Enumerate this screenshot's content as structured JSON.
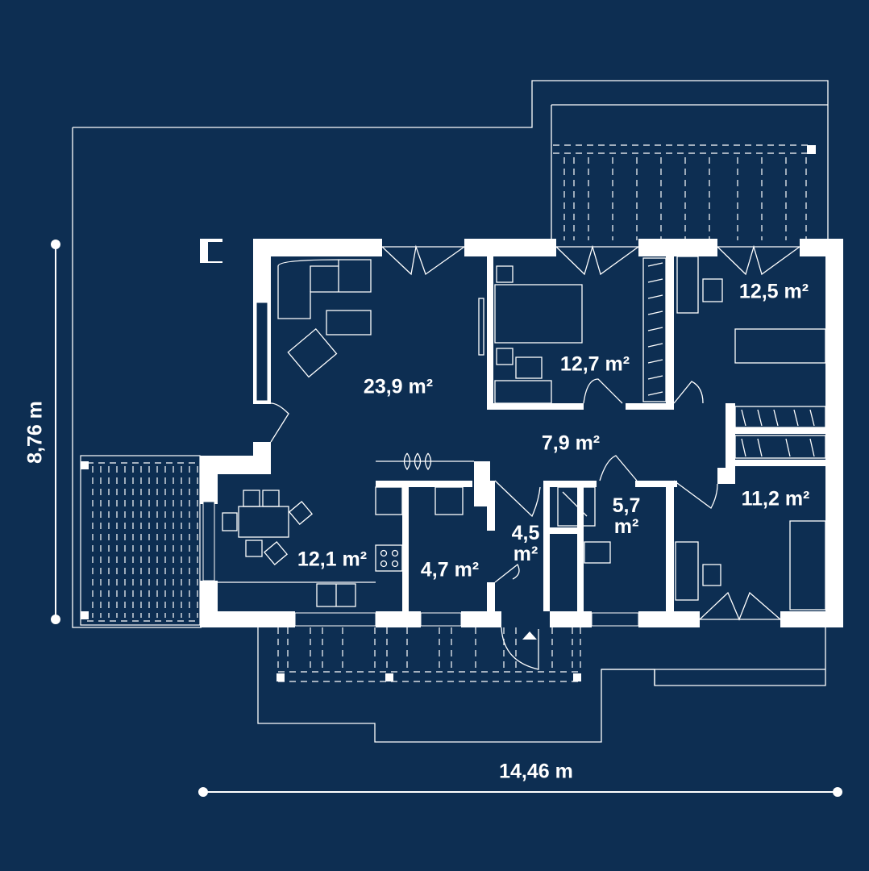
{
  "plan": {
    "background_color": "#0d2e52",
    "line_color": "#ffffff",
    "dimensions": {
      "width_label": "14,46 m",
      "depth_label": "8,76 m"
    },
    "rooms": [
      {
        "id": "living-room",
        "area": "23,9 m²"
      },
      {
        "id": "bedroom-1",
        "area": "12,7 m²"
      },
      {
        "id": "bedroom-2",
        "area": "12,5 m²"
      },
      {
        "id": "hall",
        "area": "7,9 m²"
      },
      {
        "id": "bedroom-3",
        "area": "11,2 m²"
      },
      {
        "id": "kitchen-dining",
        "area": "12,1 m²"
      },
      {
        "id": "utility",
        "area": "4,7 m²"
      },
      {
        "id": "entrance",
        "area_line1": "4,5",
        "area_line2": "m²"
      },
      {
        "id": "bathroom",
        "area_line1": "5,7",
        "area_line2": "m²"
      }
    ]
  }
}
